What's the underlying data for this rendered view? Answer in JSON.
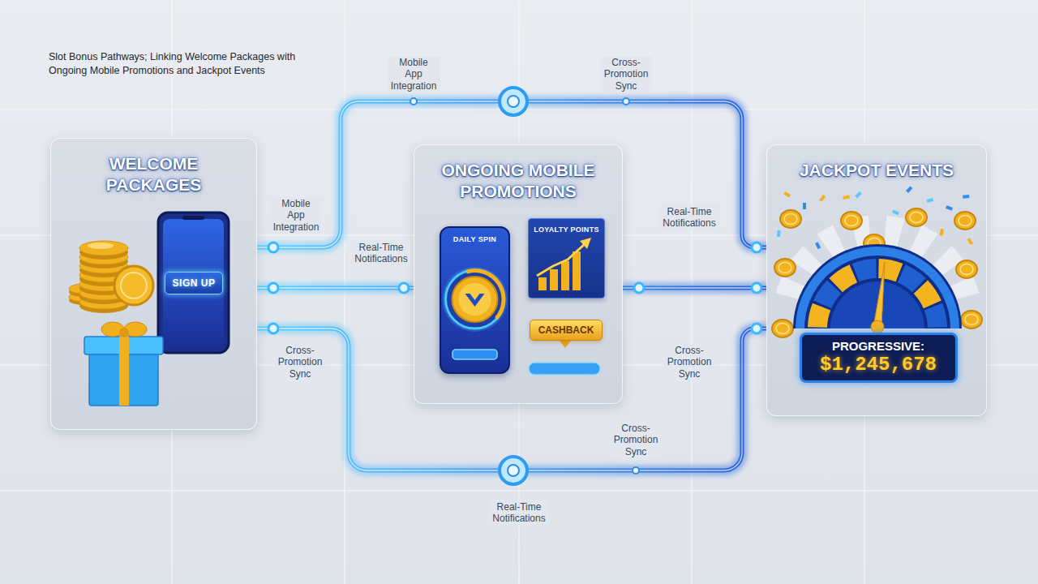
{
  "diagram": {
    "title": "Slot Bonus Pathways; Linking Welcome Packages with Ongoing Mobile Promotions and Jackpot Events",
    "nodes": [
      {
        "text": [
          "WELCOME PACKAGES"
        ]
      },
      {
        "text": [
          "SIGN UP"
        ],
        "in": 0
      },
      {
        "text": [
          "ONGOING MOBILE PROMOTIONS"
        ]
      },
      {
        "text": [
          "DAILY SPIN"
        ],
        "in": 2
      },
      {
        "text": [
          "LOYALTY POINTS"
        ],
        "in": 2
      },
      {
        "text": [
          "CASHBACK"
        ],
        "in": 2
      },
      {
        "text": [
          "JACKPOT EVENTS"
        ]
      },
      {
        "text": [
          "PROGRESSIVE:",
          "$1,245,678"
        ],
        "in": 6
      }
    ],
    "edges": [
      {
        "from": 0,
        "to": 6,
        "arrow": "none",
        "label": "Mobile App Integration"
      },
      {
        "from": 0,
        "to": 2,
        "arrow": "none",
        "label": "Real-Time Notifications"
      },
      {
        "from": 2,
        "to": 6,
        "arrow": "none"
      },
      {
        "from": 0,
        "to": 6,
        "arrow": "none",
        "label": "Real-Time Notifications"
      }
    ],
    "labels": [
      "Mobile App Integration",
      "Cross-Promotion Sync",
      "Real-Time Notifications",
      "Cross-Promotion Sync",
      "Cross-Promotion Sync",
      "Cross-Promotion Sync"
    ]
  }
}
